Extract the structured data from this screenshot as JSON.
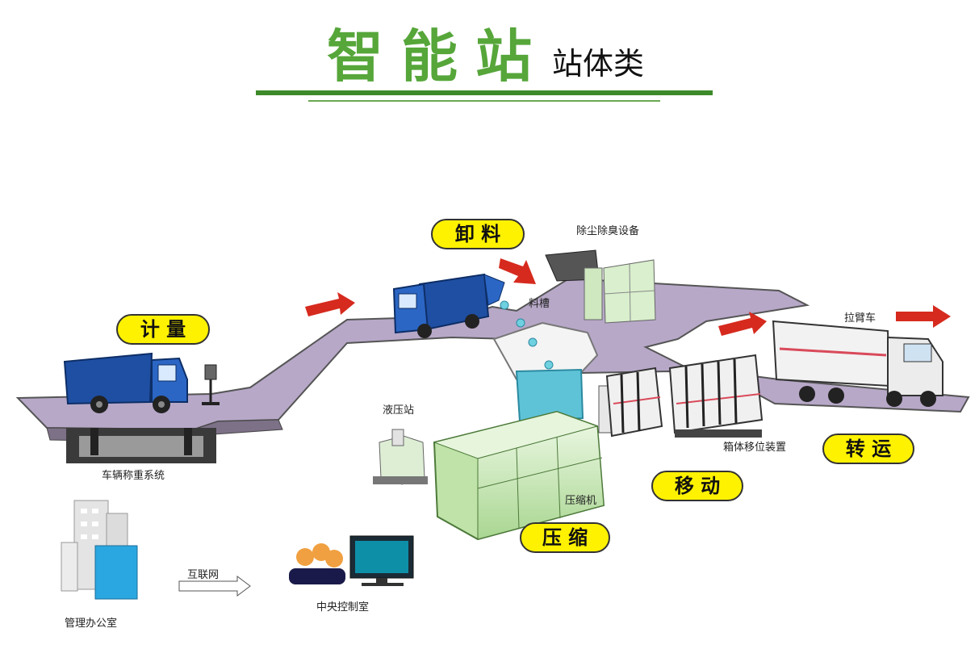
{
  "header": {
    "title": "智能站",
    "subtitle": "站体类"
  },
  "stages": {
    "weigh": "计 量",
    "unload": "卸 料",
    "compress": "压 缩",
    "move": "移 动",
    "transport": "转 运"
  },
  "labels": {
    "weighing_system": "车辆称重系统",
    "dust_removal": "除尘除臭设备",
    "hopper": "料槽",
    "hydraulic_station": "液压站",
    "compressor": "压缩机",
    "box_shifter": "箱体移位装置",
    "hook_truck": "拉臂车",
    "internet": "互联网",
    "office": "管理办公室",
    "control_room": "中央控制室"
  },
  "colors": {
    "title_green": "#56a63a",
    "badge_fill": "#fff200",
    "platform": "#b7a8c8",
    "truck_blue": "#1f4fa3",
    "water": "#5fc3d8",
    "arrow_red": "#d62a1e",
    "machine_green": "#bfe3a8"
  }
}
